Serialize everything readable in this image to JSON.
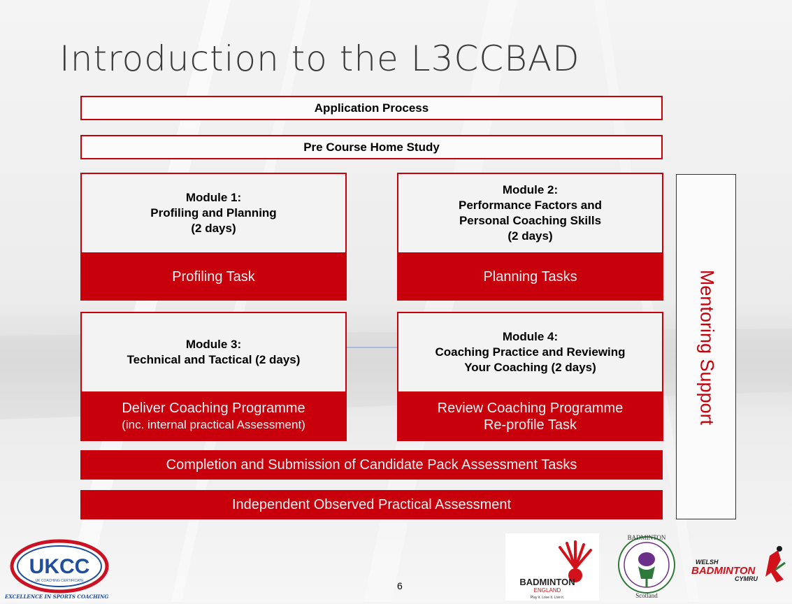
{
  "slide": {
    "title": "Introduction to the L3CCBAD",
    "application_process": "Application Process",
    "pre_course": "Pre Course Home Study",
    "modules": [
      {
        "head": [
          "Module 1:",
          "Profiling and Planning",
          "(2 days)"
        ],
        "task": [
          "Profiling Task"
        ]
      },
      {
        "head": [
          "Module 2:",
          "Performance Factors and",
          "Personal Coaching Skills",
          "(2 days)"
        ],
        "task": [
          "Planning Tasks"
        ]
      },
      {
        "head": [
          "Module 3:",
          "Technical and Tactical (2 days)"
        ],
        "task": [
          "Deliver Coaching Programme",
          "(inc. internal practical Assessment)"
        ]
      },
      {
        "head": [
          "Module 4:",
          "Coaching Practice and Reviewing",
          "Your Coaching (2 days)"
        ],
        "task": [
          "Review Coaching Programme",
          "Re-profile Task"
        ]
      }
    ],
    "completion": "Completion and Submission of Candidate Pack Assessment Tasks",
    "observed": "Independent Observed Practical Assessment",
    "mentoring": "Mentoring Support",
    "page_number": "6"
  },
  "logos": {
    "ukcc": {
      "text": "UKCC",
      "small": "UK COACHING CERTIFICATE",
      "tagline": "EXCELLENCE IN SPORTS COACHING"
    },
    "badminton_england": {
      "text": "BADMINTON",
      "sub": "ENGLAND",
      "tagline": "Play it. Love it. Live it."
    },
    "badminton_scotland": {
      "top": "BADMINTON",
      "bottom": "Scotland"
    },
    "welsh_badminton": {
      "line1": "WELSH",
      "line2": "BADMINTON",
      "line3": "CYMRU"
    }
  },
  "colors": {
    "accent_red": "#c8000c",
    "ukcc_blue": "#1f4f9c",
    "thistle_purple": "#6b2f8a"
  }
}
